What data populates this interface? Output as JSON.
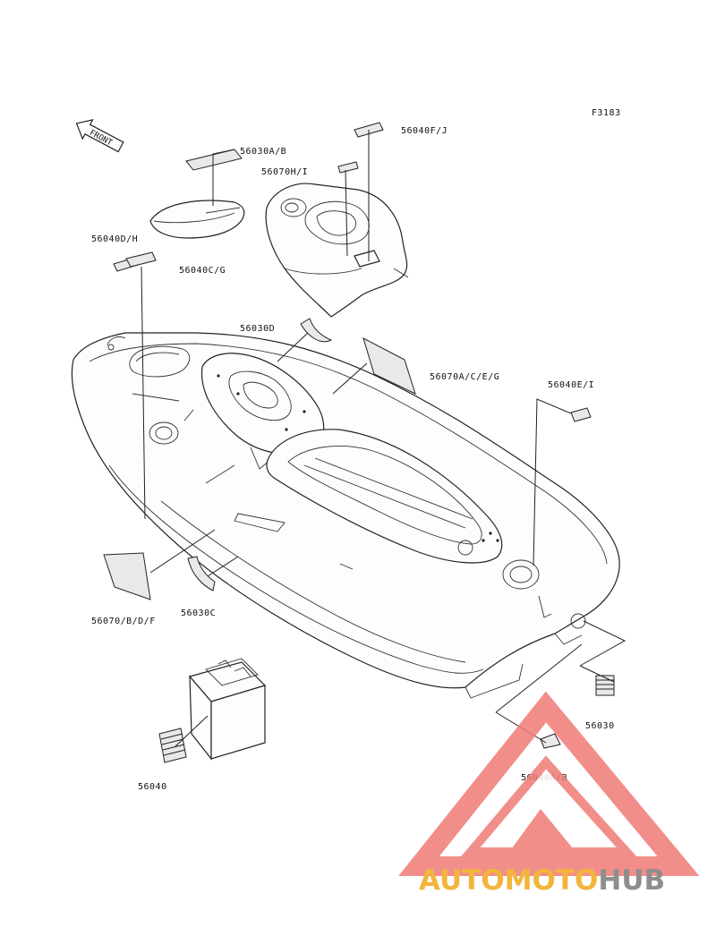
{
  "figure_code": "F3183",
  "front_marker": "FRONT",
  "parts": [
    {
      "id": "56030A/B"
    },
    {
      "id": "56040F/J"
    },
    {
      "id": "56070H/I"
    },
    {
      "id": "56040D/H"
    },
    {
      "id": "56040C/G"
    },
    {
      "id": "56030D"
    },
    {
      "id": "56070A/C/E/G"
    },
    {
      "id": "56040E/I"
    },
    {
      "id": "56070/B/D/F"
    },
    {
      "id": "56030C"
    },
    {
      "id": "56030"
    },
    {
      "id": "56040A/B"
    },
    {
      "id": "56040"
    }
  ],
  "watermark": {
    "brand_part1": "AUTOMOTO",
    "brand_part2": "HUB",
    "color_part1": "#f2b53c",
    "color_part2": "#8e8e8e",
    "triangle_color": "#f07b76"
  }
}
